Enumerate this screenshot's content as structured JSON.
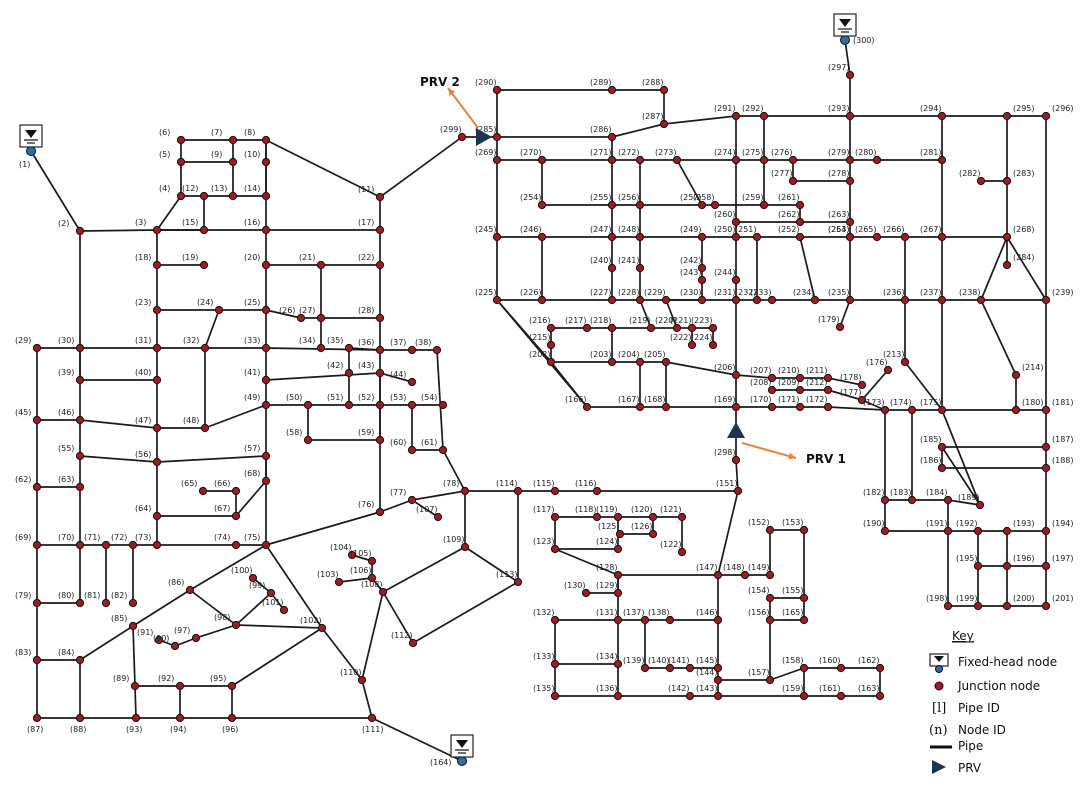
{
  "prv_labels": [
    "PRV 1",
    "PRV 2"
  ],
  "key": {
    "title": "Key",
    "items": [
      {
        "symbol": "fixed-head",
        "label": "Fixed-head node"
      },
      {
        "symbol": "junction",
        "label": "Junction node"
      },
      {
        "symbol_text": "[l]",
        "label": "Pipe ID"
      },
      {
        "symbol_text": "(n)",
        "label": "Node ID"
      },
      {
        "symbol": "pipe",
        "label": "Pipe"
      },
      {
        "symbol": "prv",
        "label": "PRV"
      }
    ]
  },
  "fixed_head_nodes": [
    "(1)",
    "(300)",
    "(164)"
  ],
  "node_labels": [
    "(1)",
    "(2)",
    "(3)",
    "(4)",
    "(5)",
    "(6)",
    "(7)",
    "(8)",
    "(9)",
    "(10)",
    "(11)",
    "(12)",
    "(13)",
    "(14)",
    "(15)",
    "(16)",
    "(17)",
    "(18)",
    "(19)",
    "(20)",
    "(21)",
    "(22)",
    "(23)",
    "(24)",
    "(25)",
    "(26)",
    "(27)",
    "(28)",
    "(29)",
    "(30)",
    "(31)",
    "(32)",
    "(33)",
    "(34)",
    "(35)",
    "(36)",
    "(37)",
    "(38)",
    "(39)",
    "(40)",
    "(41)",
    "(42)",
    "(43)",
    "(44)",
    "(45)",
    "(46)",
    "(47)",
    "(48)",
    "(49)",
    "(50)",
    "(51)",
    "(52)",
    "(53)",
    "(54)",
    "(55)",
    "(56)",
    "(57)",
    "(58)",
    "(59)",
    "(60)",
    "(61)",
    "(62)",
    "(63)",
    "(64)",
    "(65)",
    "(66)",
    "(67)",
    "(68)",
    "(69)",
    "(70)",
    "(71)",
    "(72)",
    "(73)",
    "(74)",
    "(75)",
    "(76)",
    "(77)",
    "(78)",
    "(79)",
    "(80)",
    "(81)",
    "(82)",
    "(83)",
    "(84)",
    "(85)",
    "(86)",
    "(87)",
    "(88)",
    "(89)",
    "(90)",
    "(91)",
    "(92)",
    "(93)",
    "(94)",
    "(95)",
    "(96)",
    "(97)",
    "(98)",
    "(99)",
    "(100)",
    "(101)",
    "(102)",
    "(103)",
    "(104)",
    "(105)",
    "(106)",
    "(107)",
    "(108)",
    "(109)",
    "(110)",
    "(111)",
    "(112)",
    "(113)",
    "(114)",
    "(115)",
    "(116)",
    "(117)",
    "(118)",
    "(119)",
    "(120)",
    "(121)",
    "(122)",
    "(123)",
    "(124)",
    "(125)",
    "(126)",
    "(128)",
    "(129)",
    "(130)",
    "(131)",
    "(132)",
    "(133)",
    "(134)",
    "(135)",
    "(136)",
    "(137)",
    "(138)",
    "(139)",
    "(140)",
    "(141)",
    "(142)",
    "(143)",
    "(144)",
    "(145)",
    "(146)",
    "(147)",
    "(148)",
    "(149)",
    "(151)",
    "(152)",
    "(153)",
    "(154)",
    "(155)",
    "(156)",
    "(157)",
    "(158)",
    "(159)",
    "(160)",
    "(161)",
    "(162)",
    "(163)",
    "(164)",
    "(165)",
    "(166)",
    "(167)",
    "(168)",
    "(169)",
    "(170)",
    "(171)",
    "(172)",
    "(173)",
    "(174)",
    "(175)",
    "(176)",
    "(177)",
    "(178)",
    "(179)",
    "(180)",
    "(181)",
    "(182)",
    "(183)",
    "(184)",
    "(185)",
    "(186)",
    "(187)",
    "(188)",
    "(189)",
    "(190)",
    "(191)",
    "(192)",
    "(193)",
    "(194)",
    "(195)",
    "(196)",
    "(197)",
    "(198)",
    "(199)",
    "(200)",
    "(201)",
    "(202)",
    "(203)",
    "(204)",
    "(205)",
    "(206)",
    "(207)",
    "(208)",
    "(209)",
    "(210)",
    "(211)",
    "(212)",
    "(213)",
    "(214)",
    "(215)",
    "(216)",
    "(217)",
    "(218)",
    "(219)",
    "(220)",
    "(221)",
    "(222)",
    "(223)",
    "(224)",
    "(225)",
    "(226)",
    "(227)",
    "(228)",
    "(229)",
    "(230)",
    "(231)",
    "(232)",
    "(233)",
    "(234)",
    "(235)",
    "(236)",
    "(237)",
    "(238)",
    "(239)",
    "(240)",
    "(241)",
    "(242)",
    "(243)",
    "(244)",
    "(245)",
    "(246)",
    "(247)",
    "(248)",
    "(249)",
    "(250)",
    "(251)",
    "(252)",
    "(253)",
    "(254)",
    "(255)",
    "(256)",
    "(257)",
    "(258)",
    "(259)",
    "(260)",
    "(261)",
    "(262)",
    "(263)",
    "(264)",
    "(265)",
    "(266)",
    "(267)",
    "(268)",
    "(269)",
    "(270)",
    "(271)",
    "(272)",
    "(273)",
    "(274)",
    "(275)",
    "(276)",
    "(277)",
    "(278)",
    "(279)",
    "(280)",
    "(281)",
    "(282)",
    "(283)",
    "(284)",
    "(285)",
    "(286)",
    "(287)",
    "(288)",
    "(289)",
    "(290)",
    "(291)",
    "(292)",
    "(293)",
    "(294)",
    "(295)",
    "(296)",
    "(297)",
    "(298)",
    "(299)",
    "(300)"
  ]
}
